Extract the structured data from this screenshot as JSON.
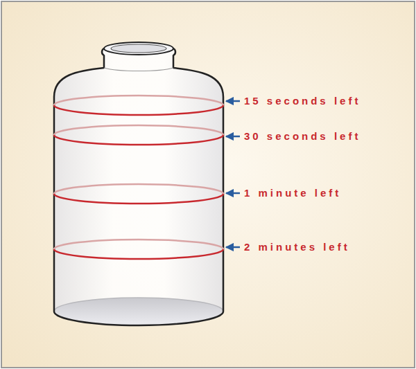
{
  "diagram": {
    "labels": [
      "15 seconds left",
      "30 seconds left",
      "1 minute left",
      "2 minutes left"
    ]
  }
}
